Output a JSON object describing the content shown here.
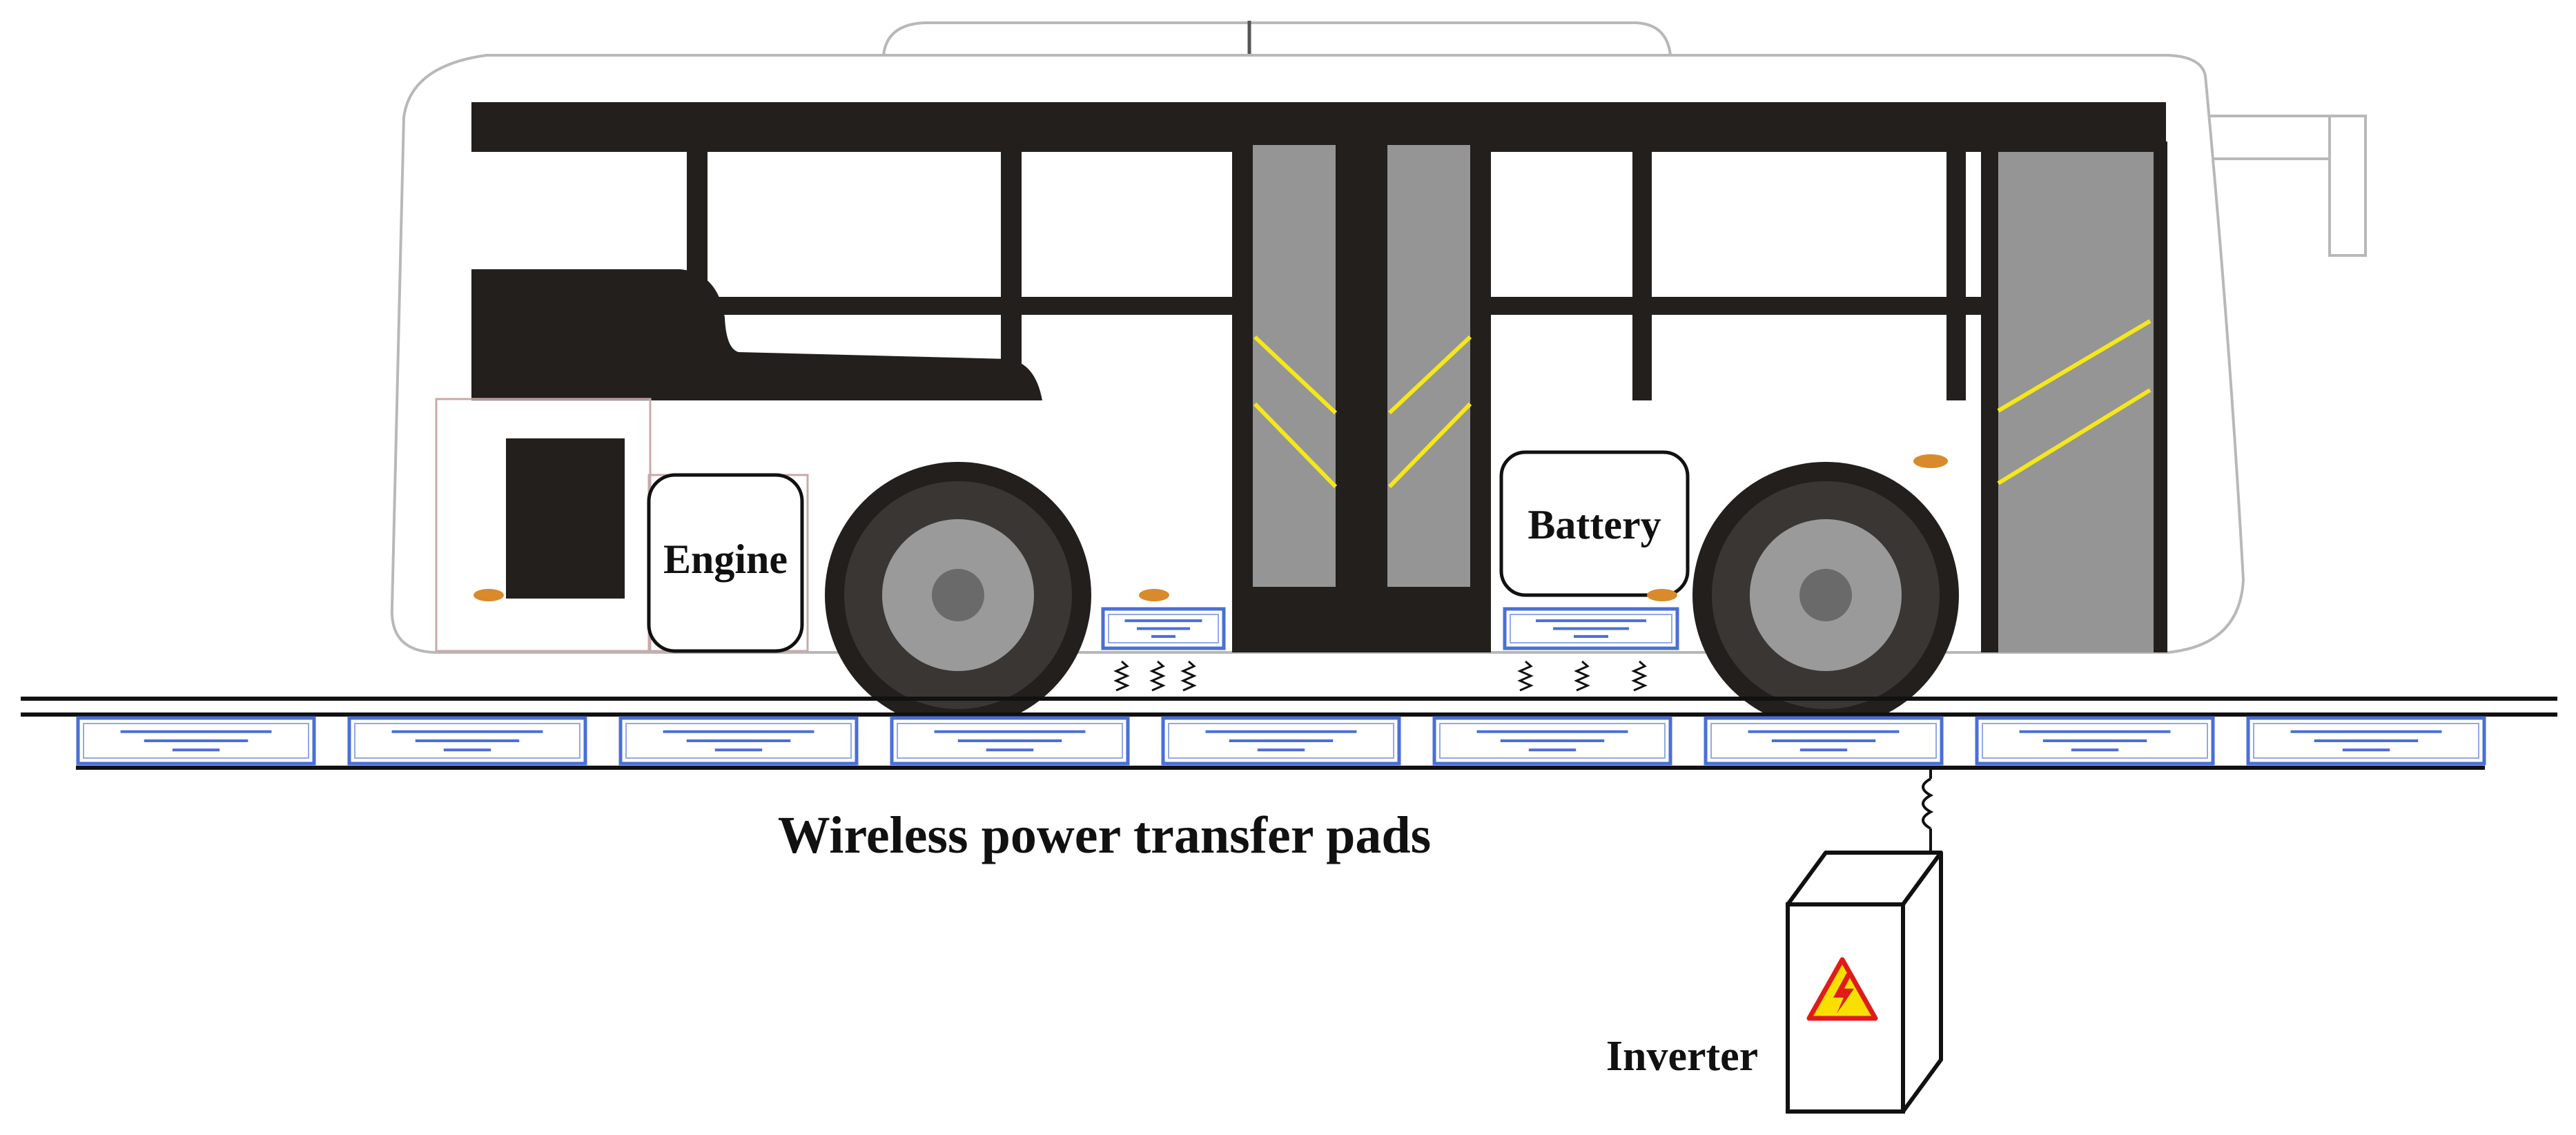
{
  "labels": {
    "engine": "Engine",
    "battery": "Battery",
    "pads_caption": "Wireless power transfer pads",
    "inverter": "Inverter"
  },
  "colors": {
    "bus_body": "#ffffff",
    "bus_outline": "#b8b8b8",
    "dark": "#221f1d",
    "door_glass": "#959595",
    "door_stripe": "#f5e71a",
    "indicator_light": "#d98a2b",
    "pad_blue": "#4a6fd6",
    "wheel_hub": "#9a9a9a",
    "hazard_fill": "#f7e000",
    "hazard_border": "#e01b1b"
  },
  "icons": {
    "hazard": "high-voltage-warning-icon"
  },
  "road_pad_count": 9,
  "bus_pad_count": 2
}
